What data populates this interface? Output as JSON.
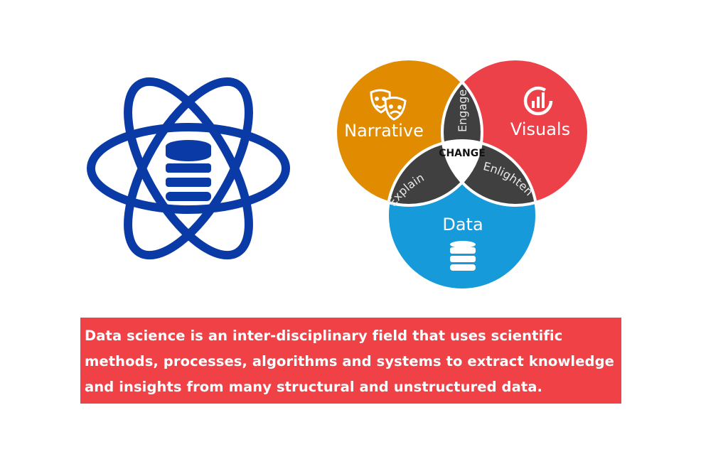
{
  "venn": {
    "circles": {
      "narrative": {
        "label": "Narrative",
        "color": "#e18b00",
        "icon": "theater-masks-icon"
      },
      "visuals": {
        "label": "Visuals",
        "color": "#ec4148",
        "icon": "pie-chart-icon"
      },
      "data": {
        "label": "Data",
        "color": "#169ad9",
        "icon": "database-icon"
      }
    },
    "overlaps": {
      "narrative_visuals": "Engage",
      "narrative_data": "Explain",
      "visuals_data": "Enlighten"
    },
    "center": "CHANGE",
    "overlap_color": "#404040"
  },
  "atom": {
    "color": "#0a3aa6",
    "icon": "database-icon"
  },
  "caption": {
    "text": "Data science is an inter-disciplinary field that uses scientific methods, processes, algorithms and systems to extract knowledge and insights from many structural and unstructured data.",
    "background": "#ef4146"
  }
}
